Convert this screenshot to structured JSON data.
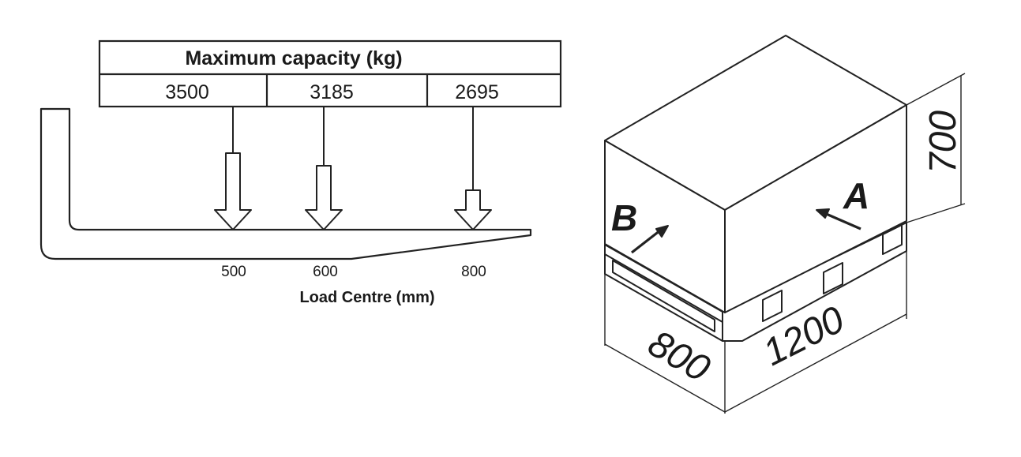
{
  "fork_diagram": {
    "table_header": "Maximum capacity (kg)",
    "capacities": [
      "3500",
      "3185",
      "2695"
    ],
    "load_centres": [
      "500",
      "600",
      "800"
    ],
    "axis_label": "Load Centre (mm)"
  },
  "pallet_diagram": {
    "label_a": "A",
    "label_b": "B",
    "dim_height": "700",
    "dim_width": "800",
    "dim_length": "1200"
  }
}
